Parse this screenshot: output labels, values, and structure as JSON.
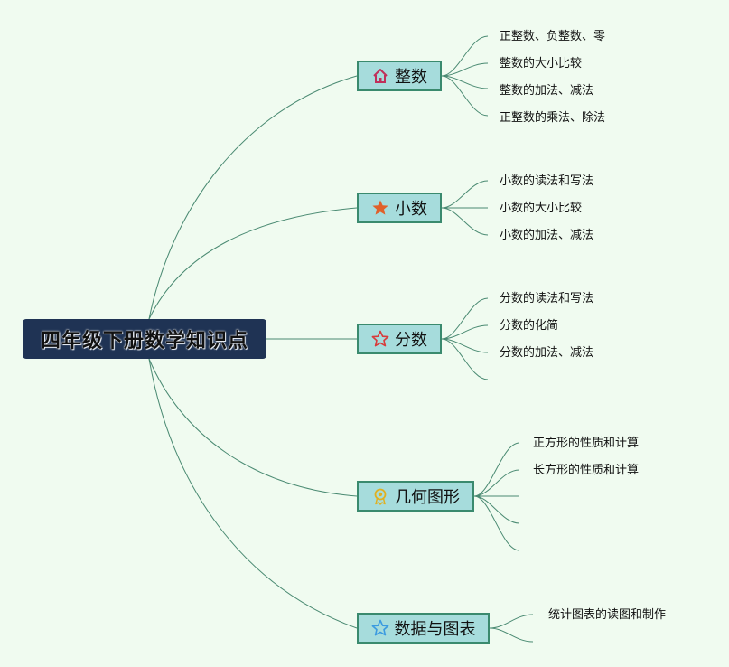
{
  "root": {
    "label": "四年级下册数学知识点"
  },
  "branches": [
    {
      "label": "整数",
      "icon": "home-icon",
      "icon_color": "#c0305a",
      "items": [
        "正整数、负整数、零",
        "整数的大小比较",
        "整数的加法、减法",
        "正整数的乘法、除法"
      ]
    },
    {
      "label": "小数",
      "icon": "star-filled-icon",
      "icon_color": "#e0602a",
      "items": [
        "小数的读法和写法",
        "小数的大小比较",
        "小数的加法、减法"
      ]
    },
    {
      "label": "分数",
      "icon": "star-outline-icon",
      "icon_color": "#d83a3a",
      "items": [
        "分数的读法和写法",
        "分数的化简",
        "分数的加法、减法"
      ]
    },
    {
      "label": "几何图形",
      "icon": "award-ribbon-icon",
      "icon_color": "#e0b020",
      "items": [
        "正方形的性质和计算",
        "长方形的性质和计算"
      ]
    },
    {
      "label": "数据与图表",
      "icon": "star-outline-icon",
      "icon_color": "#3a9ae0",
      "items": [
        "统计图表的读图和制作"
      ]
    }
  ],
  "colors": {
    "line": "#4a8a72",
    "root_bg": "#1f3354",
    "branch_bg": "#a6dcdc",
    "branch_border": "#3a8a6e"
  }
}
